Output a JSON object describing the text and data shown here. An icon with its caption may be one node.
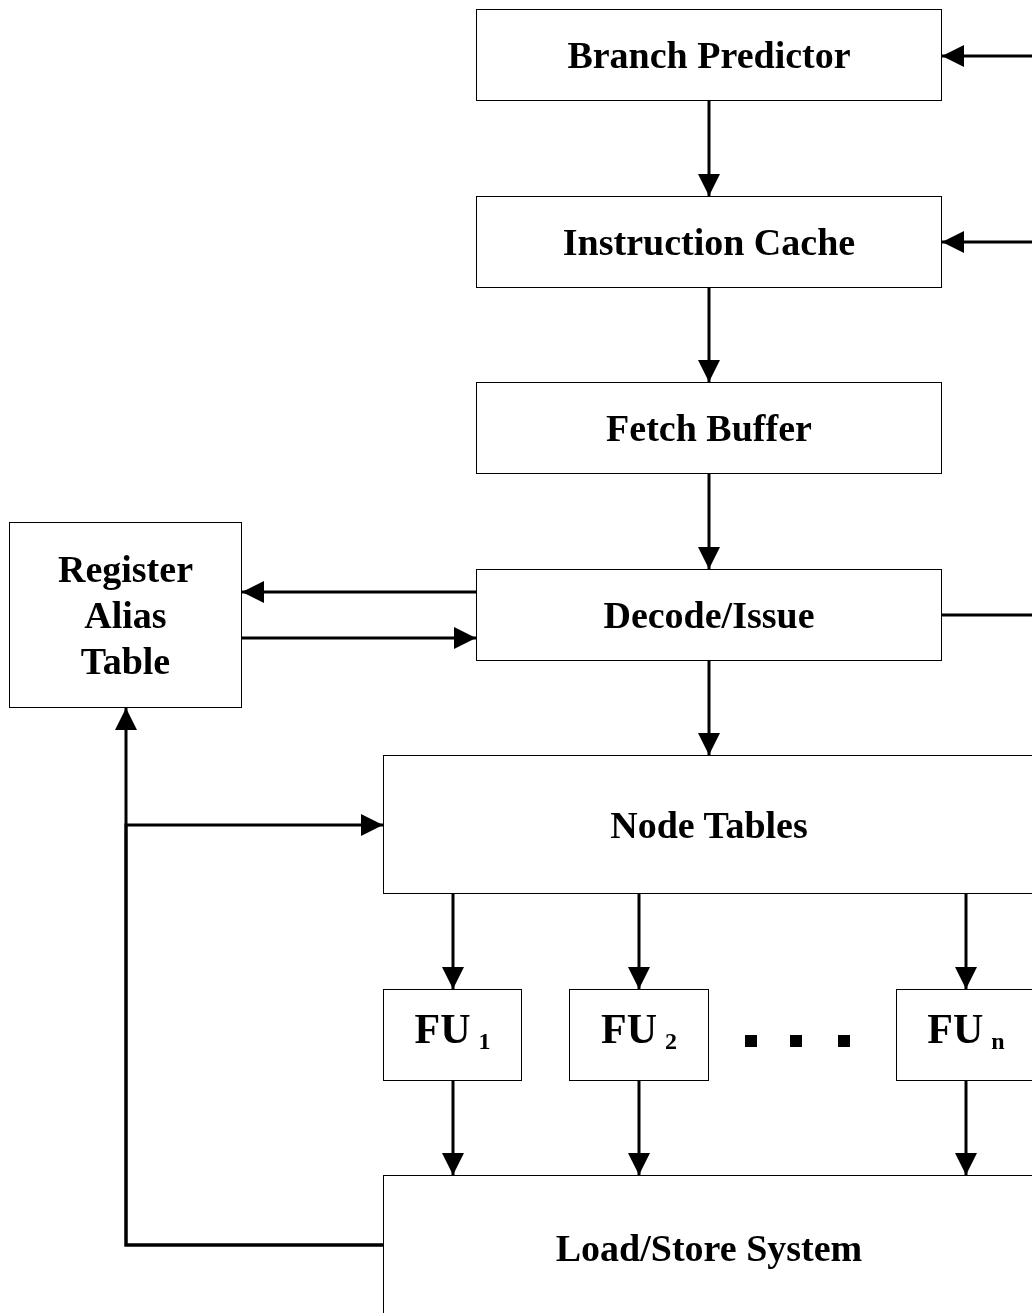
{
  "diagram": {
    "nodes": [
      {
        "text": [
          "Branch Predictor"
        ]
      },
      {
        "text": [
          "Instruction Cache"
        ]
      },
      {
        "text": [
          "Fetch Buffer"
        ]
      },
      {
        "text": [
          "Register Alias Table"
        ]
      },
      {
        "text": [
          "Decode/Issue"
        ]
      },
      {
        "text": [
          "Node Tables"
        ]
      },
      {
        "text": [
          "FU$_{1}$"
        ]
      },
      {
        "text": [
          "FU$_{2}$"
        ]
      },
      {
        "text": [
          "FU$_{n}$"
        ]
      },
      {
        "text": [
          "Load/Store System"
        ]
      }
    ],
    "edges": [
      {
        "from": null,
        "to": 0,
        "arrow": "to"
      },
      {
        "from": 0,
        "to": 1,
        "arrow": "to"
      },
      {
        "from": null,
        "to": 1,
        "arrow": "to"
      },
      {
        "from": 1,
        "to": 2,
        "arrow": "to"
      },
      {
        "from": 2,
        "to": 4,
        "arrow": "to"
      },
      {
        "from": 4,
        "to": 3,
        "arrow": "to"
      },
      {
        "from": 3,
        "to": 4,
        "arrow": "to"
      },
      {
        "from": 4,
        "to": null,
        "arrow": "none"
      },
      {
        "from": 4,
        "to": 5,
        "arrow": "to"
      },
      {
        "from": 5,
        "to": 6,
        "arrow": "to"
      },
      {
        "from": 5,
        "to": 7,
        "arrow": "to"
      },
      {
        "from": 5,
        "to": 8,
        "arrow": "to"
      },
      {
        "from": 6,
        "to": 9,
        "arrow": "to"
      },
      {
        "from": 7,
        "to": 9,
        "arrow": "to"
      },
      {
        "from": 8,
        "to": 9,
        "arrow": "to"
      },
      {
        "from": 9,
        "to": 3,
        "arrow": "to"
      },
      {
        "from": 9,
        "to": 5,
        "arrow": "to"
      }
    ]
  }
}
